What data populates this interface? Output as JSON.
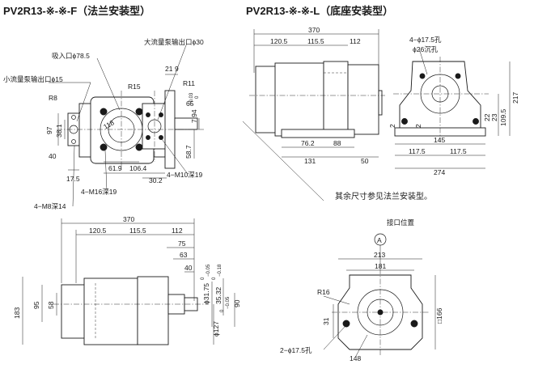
{
  "titles": {
    "flange": "PV2R13-※-※-F（法兰安装型）",
    "foot": "PV2R13-※-※-L（底座安装型）"
  },
  "labels": {
    "suction": "吸入口ϕ78.5",
    "small_outlet": "小流量泵输出口ϕ15",
    "large_outlet": "大流量泵输出口ϕ30",
    "m8": "4−M8深14",
    "m16": "4−M16深19",
    "m10": "4−M10深19",
    "holes_175": "4−ϕ17.5孔",
    "counterbore": "ϕ26沉孔",
    "note": "其余尺寸参见法兰安装型。",
    "port_pos": "接口位置",
    "port_letter": "A",
    "holes_2": "2−ϕ17.5孔"
  },
  "dims": {
    "r8": "R8",
    "d97": "97",
    "d38": "38.1",
    "d40": "40",
    "d175": "17.5",
    "r15": "R15",
    "d118": "118",
    "d619": "61.9",
    "d106": "106.4",
    "d21": "21",
    "d9": "9",
    "r11": "R11",
    "d65": "65",
    "d794": "7.94",
    "tol794a": "+0.03",
    "tol794b": "0",
    "d587": "58.7",
    "d302": "30.2",
    "d370": "370",
    "d1205": "120.5",
    "d1155": "115.5",
    "d112": "112",
    "d762": "76.2",
    "d88": "88",
    "d131": "131",
    "d50": "50",
    "d145": "145",
    "d1175a": "117.5",
    "d1175b": "117.5",
    "d274": "274",
    "d2a": "2",
    "d2b": "2",
    "d22": "22",
    "d23": "23",
    "d1095": "109.5",
    "d217": "217",
    "e370": "370",
    "e1205": "120.5",
    "e1155": "115.5",
    "e112": "112",
    "e75": "75",
    "e63": "63",
    "e40": "40",
    "e3175": "ϕ31.75",
    "tol3175a": "0",
    "tol3175b": "−0.05",
    "e3532": "35.32",
    "tol3532a": "0",
    "tol3532b": "−0.18",
    "e127": "ϕ127",
    "tol127a": "0",
    "tol127b": "−0.05",
    "e183": "183",
    "e95": "95",
    "e58": "58",
    "e90": "90",
    "f213": "213",
    "f181": "181",
    "r16": "R16",
    "f31": "31",
    "f166": "□166",
    "f148": "148"
  }
}
